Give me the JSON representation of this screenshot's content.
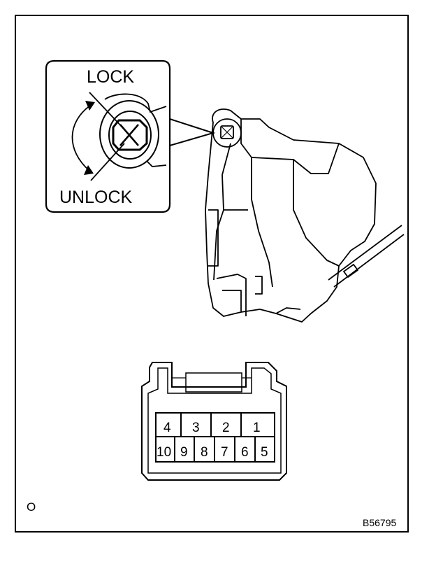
{
  "inset": {
    "lock_label": "LOCK",
    "unlock_label": "UNLOCK"
  },
  "connector": {
    "top_row": [
      "4",
      "3",
      "2",
      "1"
    ],
    "bottom_row": [
      "10",
      "9",
      "8",
      "7",
      "6",
      "5"
    ]
  },
  "corner_mark": "O",
  "figure_code": "B56795"
}
